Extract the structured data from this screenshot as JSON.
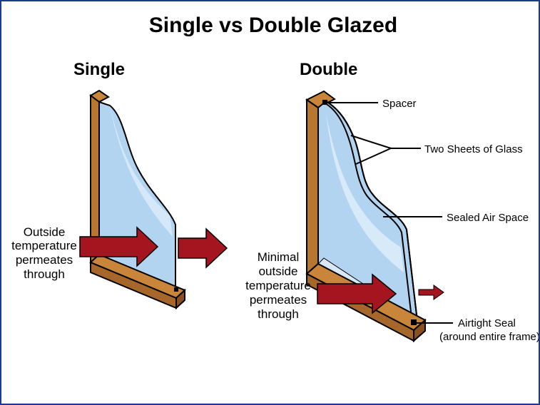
{
  "title": "Single vs Double Glazed",
  "single": {
    "heading": "Single",
    "caption": [
      "Outside",
      "temperature",
      "permeates",
      "through"
    ]
  },
  "double": {
    "heading": "Double",
    "caption": [
      "Minimal",
      "outside",
      "temperature",
      "permeates",
      "through"
    ],
    "labels": {
      "spacer": "Spacer",
      "two_sheets": "Two Sheets of Glass",
      "air_space": "Sealed Air Space",
      "airtight_seal": "Airtight Seal",
      "airtight_seal_note": "(around entire frame)"
    }
  },
  "colors": {
    "wood": "#c9863a",
    "wood_dark": "#8a4f1c",
    "glass": "#b3d4f0",
    "glass_light": "#e3f1fc",
    "arrow": "#a5151f",
    "border": "#1b3b8f"
  }
}
